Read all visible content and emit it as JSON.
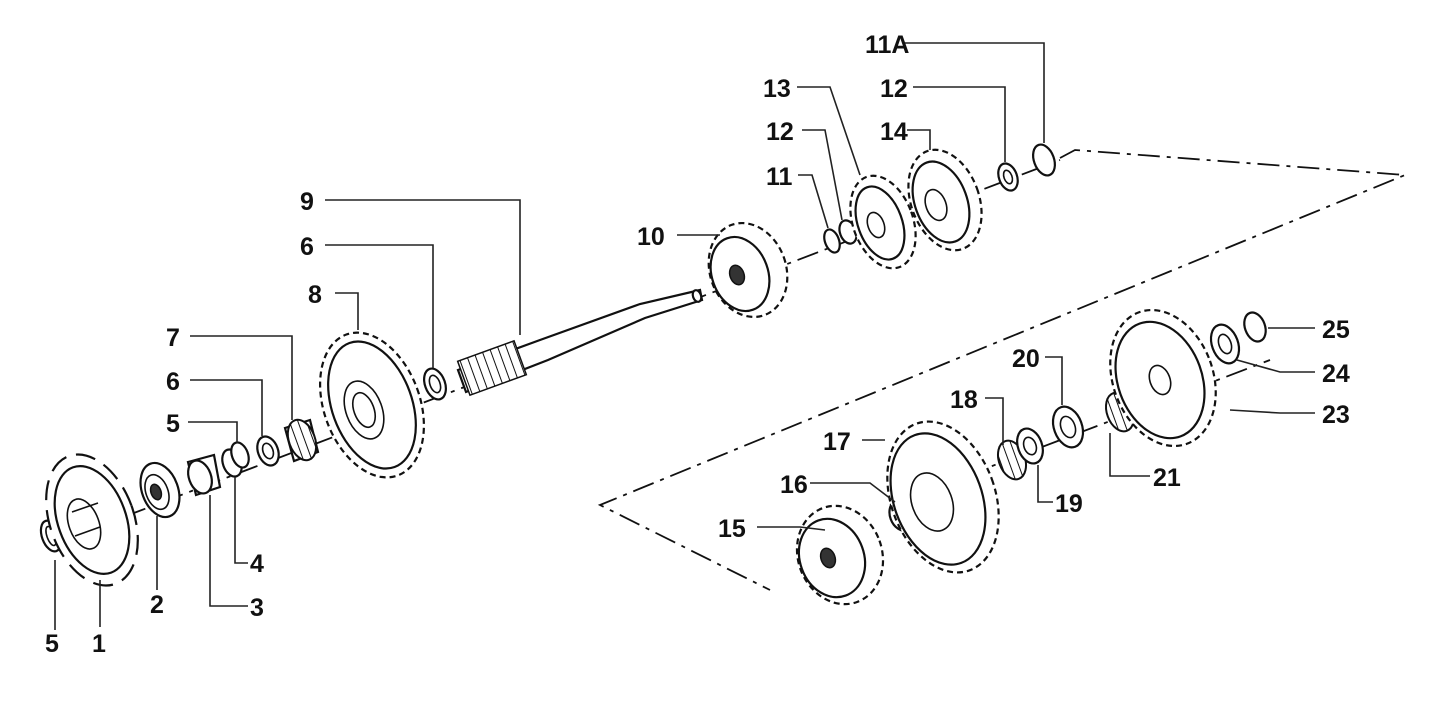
{
  "labels": {
    "p1": "1",
    "p2": "2",
    "p3": "3",
    "p4": "4",
    "p5a": "5",
    "p5b": "5",
    "p6a": "6",
    "p6b": "6",
    "p7": "7",
    "p8": "8",
    "p9": "9",
    "p10": "10",
    "p11": "11",
    "p11a": "11A",
    "p12a": "12",
    "p12b": "12",
    "p13": "13",
    "p14": "14",
    "p15": "15",
    "p16": "16",
    "p17": "17",
    "p18": "18",
    "p19": "19",
    "p20": "20",
    "p21": "21",
    "p23": "23",
    "p24": "24",
    "p25": "25"
  }
}
